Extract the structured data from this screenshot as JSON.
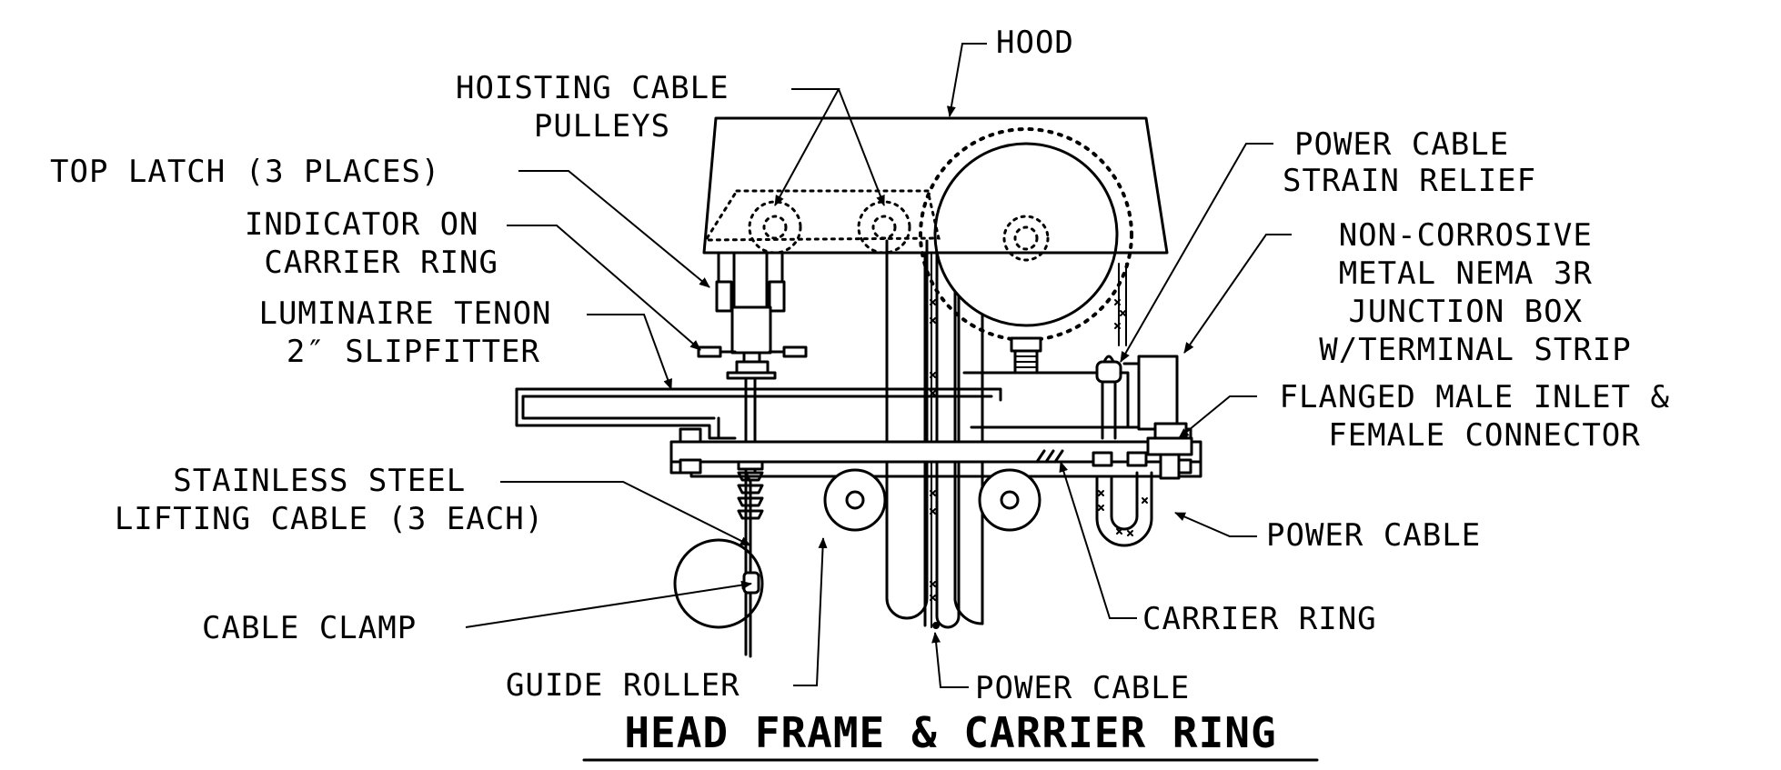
{
  "title": "HEAD FRAME & CARRIER RING",
  "callouts": {
    "hood": "HOOD",
    "hoisting_cable_pulleys": [
      "HOISTING CABLE",
      "PULLEYS"
    ],
    "top_latch": "TOP LATCH (3 PLACES)",
    "indicator": [
      "INDICATOR ON",
      "CARRIER RING"
    ],
    "luminaire_tenon": [
      "LUMINAIRE TENON",
      "2″ SLIPFITTER"
    ],
    "stainless_cable": [
      "STAINLESS STEEL",
      "LIFTING CABLE (3 EACH)"
    ],
    "cable_clamp": "CABLE CLAMP",
    "guide_roller": "GUIDE ROLLER",
    "power_cable_bottom": "POWER CABLE",
    "carrier_ring": "CARRIER RING",
    "power_cable_right": "POWER CABLE",
    "flanged_inlet": [
      "FLANGED MALE INLET &",
      "FEMALE CONNECTOR"
    ],
    "junction_box": [
      "NON-CORROSIVE",
      "METAL NEMA 3R",
      "JUNCTION BOX",
      "W/TERMINAL STRIP"
    ],
    "strain_relief": [
      "POWER CABLE",
      "STRAIN RELIEF"
    ]
  }
}
